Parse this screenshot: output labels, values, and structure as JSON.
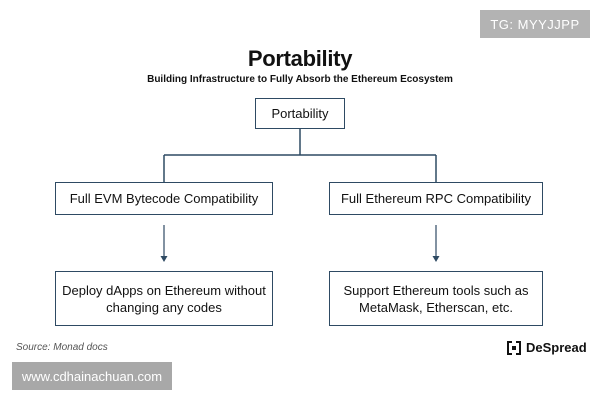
{
  "watermark_top": "TG: MYYJJPP",
  "title": "Portability",
  "subtitle": "Building Infrastructure to Fully Absorb the Ethereum Ecosystem",
  "diagram": {
    "root": "Portability",
    "left_branch": "Full EVM Bytecode Compatibility",
    "right_branch": "Full Ethereum RPC Compatibility",
    "left_leaf": "Deploy dApps on Ethereum without changing any codes",
    "right_leaf": "Support Ethereum tools such as MetaMask, Etherscan, etc."
  },
  "source": "Source: Monad docs",
  "brand": "DeSpread",
  "watermark_bottom": "www.cdhainachuan.com",
  "colors": {
    "border": "#2e4a63",
    "connector": "#2e4a63"
  }
}
